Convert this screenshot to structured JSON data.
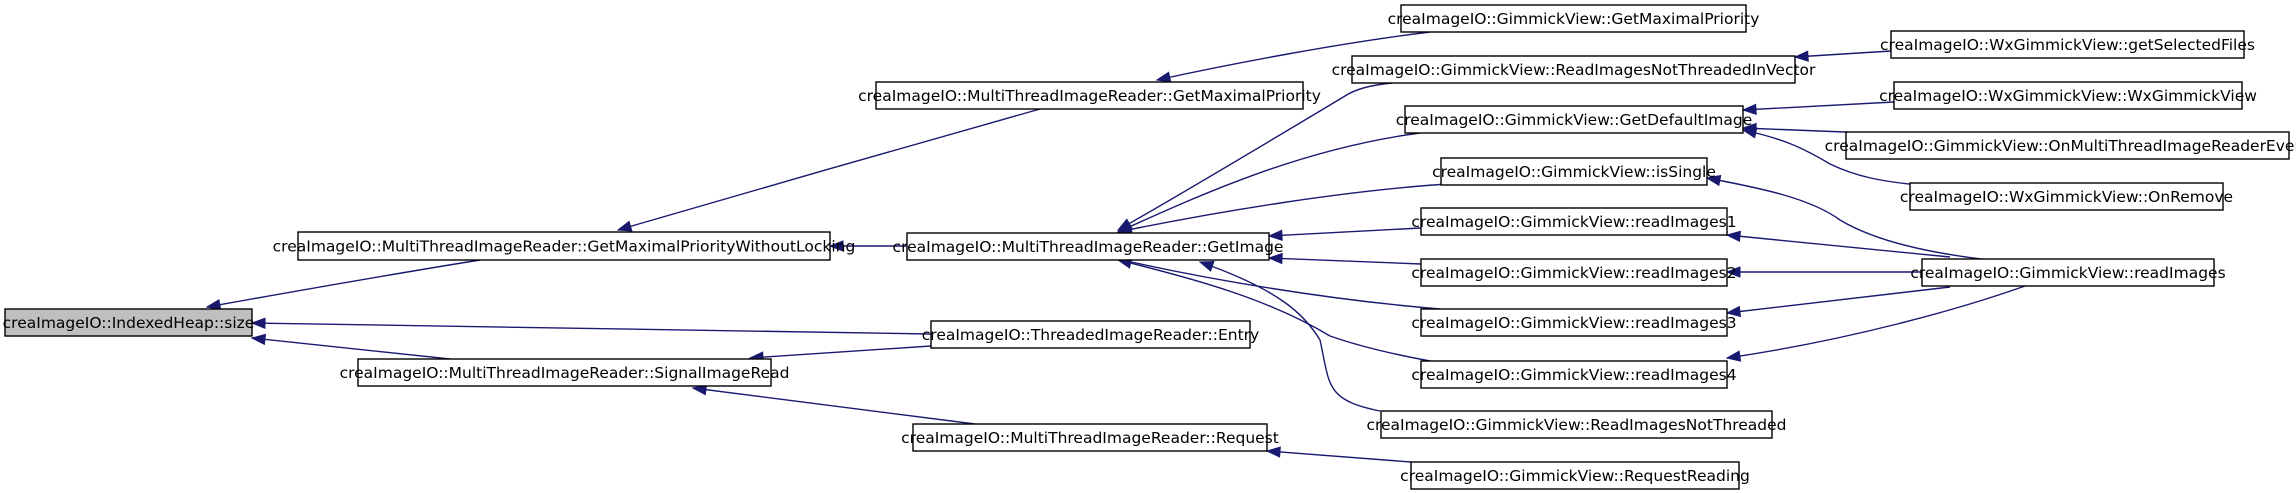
{
  "graph": {
    "edge_color": "#191970",
    "root_fill": "#bfbfbf",
    "node_fill": "#ffffff",
    "nodes": [
      {
        "id": "n0",
        "label": "creaImageIO::IndexedHeap::size",
        "highlighted": true
      },
      {
        "id": "n1",
        "label": "creaImageIO::MultiThreadImageReader::GetMaximalPriorityWithoutLocking"
      },
      {
        "id": "n2",
        "label": "creaImageIO::MultiThreadImageReader::GetMaximalPriority"
      },
      {
        "id": "n3",
        "label": "creaImageIO::GimmickView::GetMaximalPriority"
      },
      {
        "id": "n4",
        "label": "creaImageIO::MultiThreadImageReader::GetImage"
      },
      {
        "id": "n5",
        "label": "creaImageIO::GimmickView::ReadImagesNotThreadedInVector"
      },
      {
        "id": "n6",
        "label": "creaImageIO::WxGimmickView::getSelectedFiles"
      },
      {
        "id": "n7",
        "label": "creaImageIO::GimmickView::GetDefaultImage"
      },
      {
        "id": "n8",
        "label": "creaImageIO::WxGimmickView::WxGimmickView"
      },
      {
        "id": "n9",
        "label": "creaImageIO::GimmickView::OnMultiThreadImageReaderEvent"
      },
      {
        "id": "n10",
        "label": "creaImageIO::WxGimmickView::OnRemove"
      },
      {
        "id": "n11",
        "label": "creaImageIO::GimmickView::isSingle"
      },
      {
        "id": "n12",
        "label": "creaImageIO::GimmickView::readImages"
      },
      {
        "id": "n13",
        "label": "creaImageIO::GimmickView::readImages1"
      },
      {
        "id": "n14",
        "label": "creaImageIO::GimmickView::readImages2"
      },
      {
        "id": "n15",
        "label": "creaImageIO::GimmickView::readImages3"
      },
      {
        "id": "n16",
        "label": "creaImageIO::GimmickView::readImages4"
      },
      {
        "id": "n17",
        "label": "creaImageIO::GimmickView::ReadImagesNotThreaded"
      },
      {
        "id": "n18",
        "label": "creaImageIO::ThreadedImageReader::Entry"
      },
      {
        "id": "n19",
        "label": "creaImageIO::MultiThreadImageReader::SignalImageRead"
      },
      {
        "id": "n20",
        "label": "creaImageIO::MultiThreadImageReader::Request"
      },
      {
        "id": "n21",
        "label": "creaImageIO::GimmickView::RequestReading"
      }
    ],
    "edges": [
      {
        "id": "e1",
        "from": "n0",
        "to": "n1"
      },
      {
        "id": "e2",
        "from": "n1",
        "to": "n2"
      },
      {
        "id": "e3",
        "from": "n2",
        "to": "n3"
      },
      {
        "id": "e4",
        "from": "n1",
        "to": "n4"
      },
      {
        "id": "e5",
        "from": "n4",
        "to": "n5"
      },
      {
        "id": "e6",
        "from": "n5",
        "to": "n6"
      },
      {
        "id": "e7",
        "from": "n4",
        "to": "n7"
      },
      {
        "id": "e8",
        "from": "n7",
        "to": "n8"
      },
      {
        "id": "e9",
        "from": "n7",
        "to": "n9"
      },
      {
        "id": "e10",
        "from": "n7",
        "to": "n10"
      },
      {
        "id": "e11",
        "from": "n4",
        "to": "n11"
      },
      {
        "id": "e12",
        "from": "n11",
        "to": "n12"
      },
      {
        "id": "e13",
        "from": "n4",
        "to": "n13"
      },
      {
        "id": "e14",
        "from": "n13",
        "to": "n12"
      },
      {
        "id": "e15",
        "from": "n4",
        "to": "n14"
      },
      {
        "id": "e16",
        "from": "n14",
        "to": "n12"
      },
      {
        "id": "e17",
        "from": "n4",
        "to": "n15"
      },
      {
        "id": "e18",
        "from": "n15",
        "to": "n12"
      },
      {
        "id": "e19",
        "from": "n4",
        "to": "n16"
      },
      {
        "id": "e20",
        "from": "n16",
        "to": "n12"
      },
      {
        "id": "e21",
        "from": "n4",
        "to": "n17"
      },
      {
        "id": "e22",
        "from": "n0",
        "to": "n18"
      },
      {
        "id": "e23",
        "from": "n0",
        "to": "n19"
      },
      {
        "id": "e24",
        "from": "n19",
        "to": "n18"
      },
      {
        "id": "e25",
        "from": "n19",
        "to": "n20"
      },
      {
        "id": "e26",
        "from": "n20",
        "to": "n21"
      }
    ]
  }
}
